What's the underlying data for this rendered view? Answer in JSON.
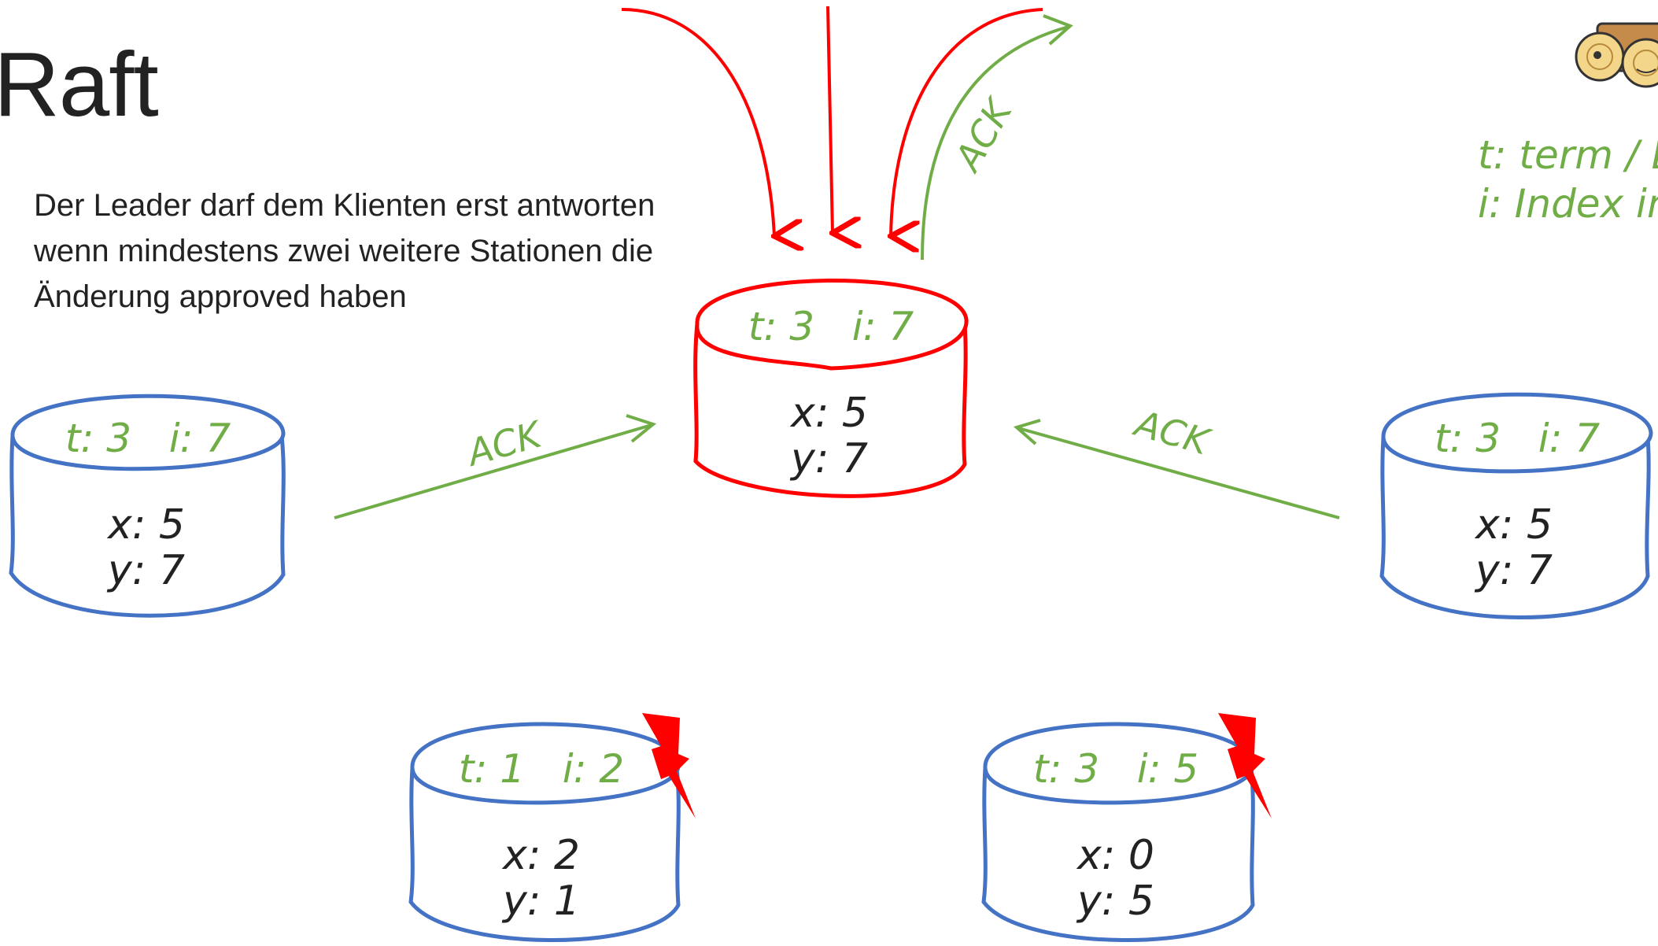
{
  "title": "Raft",
  "intro_lines": [
    "Der Leader darf dem Klienten erst antworten",
    "wenn mindestens zwei weitere Stationen die",
    "Änderung approved haben"
  ],
  "legend": {
    "term": "t: term / L",
    "index": "i: Index im"
  },
  "colors": {
    "leader": "#ff0000",
    "follower": "#4472c4",
    "ack": "#70ad47",
    "text": "#222222"
  },
  "nodes": {
    "leader": {
      "header": "t: 3   i: 7",
      "x": "x: 5",
      "y": "y: 7"
    },
    "left": {
      "header": "t: 3   i: 7",
      "x": "x: 5",
      "y": "y: 7"
    },
    "right": {
      "header": "t: 3   i: 7",
      "x": "x: 5",
      "y": "y: 7"
    },
    "bottom_left": {
      "header": "t: 1   i: 2",
      "x": "x: 2",
      "y": "y: 1",
      "failed": true
    },
    "bottom_right": {
      "header": "t: 3   i: 5",
      "x": "x: 0",
      "y": "y: 5",
      "failed": true
    }
  },
  "ack_labels": {
    "top": "ACK",
    "left": "ACK",
    "right": "ACK"
  },
  "icons": {
    "logo": "logs-icon",
    "failure": "lightning-icon"
  }
}
